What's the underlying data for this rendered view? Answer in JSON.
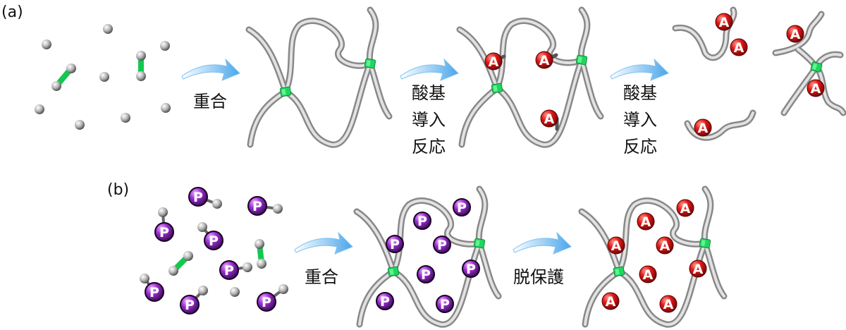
{
  "panels": {
    "a": {
      "label": "(a)",
      "step1": [
        "重合"
      ],
      "step2": [
        "酸基",
        "導入",
        "反応"
      ],
      "step3": [
        "酸基",
        "導入",
        "反応"
      ]
    },
    "b": {
      "label": "(b)",
      "step1": [
        "重合"
      ],
      "step2": [
        "脱保護"
      ]
    }
  },
  "group_letters": {
    "acid": "A",
    "protected": "P"
  },
  "colors": {
    "chain": "#8a8a8a",
    "chain_highlight": "#e4e4e4",
    "crosslinker": "#22dd66",
    "acid_group": "#e01818",
    "protected_group": "#9a2fd0",
    "monomer": "#bfbfbf",
    "arrow": "#69b7ef",
    "text": "#111111"
  }
}
